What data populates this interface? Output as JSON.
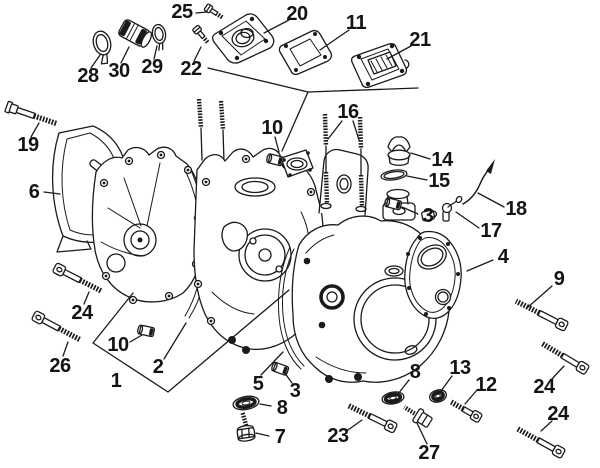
{
  "diagram": {
    "background_color": "#ffffff",
    "line_color": "#1a1a1a",
    "label_color": "#141414"
  },
  "callouts": [
    {
      "text": "25"
    },
    {
      "text": "20"
    },
    {
      "text": "11"
    },
    {
      "text": "21"
    },
    {
      "text": "28"
    },
    {
      "text": "30"
    },
    {
      "text": "29"
    },
    {
      "text": "22"
    },
    {
      "text": "19"
    },
    {
      "text": "10"
    },
    {
      "text": "16"
    },
    {
      "text": "14"
    },
    {
      "text": "15"
    },
    {
      "text": "6"
    },
    {
      "text": "3"
    },
    {
      "text": "17"
    },
    {
      "text": "18"
    },
    {
      "text": "4"
    },
    {
      "text": "9"
    },
    {
      "text": "24"
    },
    {
      "text": "26"
    },
    {
      "text": "10"
    },
    {
      "text": "2"
    },
    {
      "text": "1"
    },
    {
      "text": "5"
    },
    {
      "text": "3"
    },
    {
      "text": "8"
    },
    {
      "text": "7"
    },
    {
      "text": "23"
    },
    {
      "text": "8"
    },
    {
      "text": "13"
    },
    {
      "text": "12"
    },
    {
      "text": "27"
    },
    {
      "text": "24"
    },
    {
      "text": "24"
    }
  ]
}
